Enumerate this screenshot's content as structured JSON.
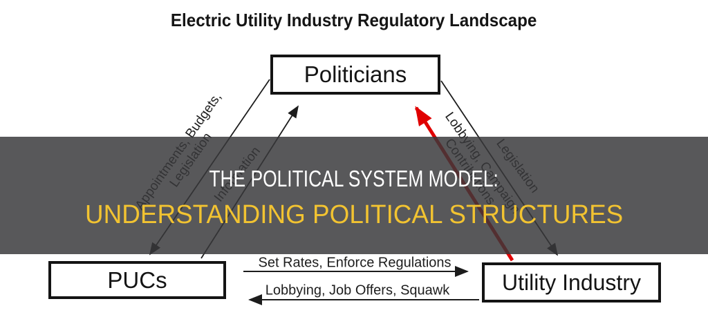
{
  "title": "Electric Utility Industry Regulatory Landscape",
  "overlay": {
    "heading": "THE POLITICAL SYSTEM MODEL:",
    "subheading": "UNDERSTANDING POLITICAL STRUCTURES",
    "heading_color": "#ffffff",
    "subheading_color": "#f2c331",
    "background_color": "#595959"
  },
  "nodes": {
    "politicians": "Politicians",
    "pucs": "PUCs",
    "utility": "Utility Industry"
  },
  "edges": {
    "politicians_to_pucs": {
      "label1": "Appointments, Budgets,",
      "label2": "Legislation"
    },
    "pucs_to_politicians": {
      "label": "Information"
    },
    "utility_to_politicians": {
      "label1": "Lobbying, Campaign",
      "label2": "Contributions",
      "arrow_color": "#e00000"
    },
    "politicians_to_utility": {
      "label": "Legislation"
    },
    "pucs_to_utility": {
      "label": "Set Rates, Enforce Regulations"
    },
    "utility_to_pucs": {
      "label": "Lobbying, Job Offers, Squawk"
    }
  },
  "colors": {
    "line": "#1c1c1c",
    "red_arrow": "#e00000"
  }
}
